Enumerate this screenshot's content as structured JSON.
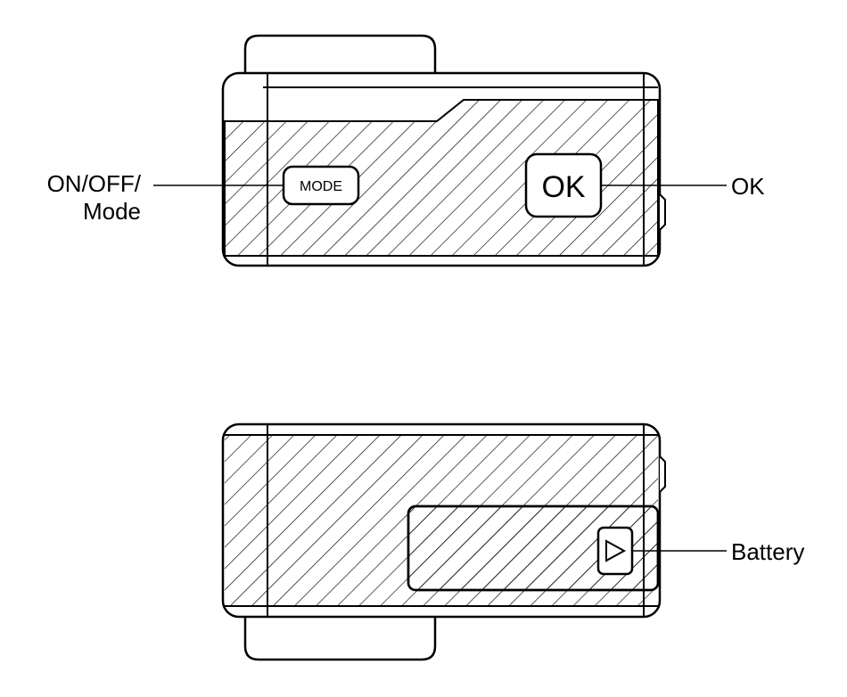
{
  "top_view": {
    "mode_button_label": "MODE",
    "ok_button_label": "OK",
    "callout_power_line1": "ON/OFF/",
    "callout_power_line2": "Mode",
    "callout_ok": "OK"
  },
  "bottom_view": {
    "callout_battery": "Battery",
    "battery_door_icon": "play-triangle-icon"
  },
  "colors": {
    "line": "#000000",
    "background": "#ffffff"
  }
}
